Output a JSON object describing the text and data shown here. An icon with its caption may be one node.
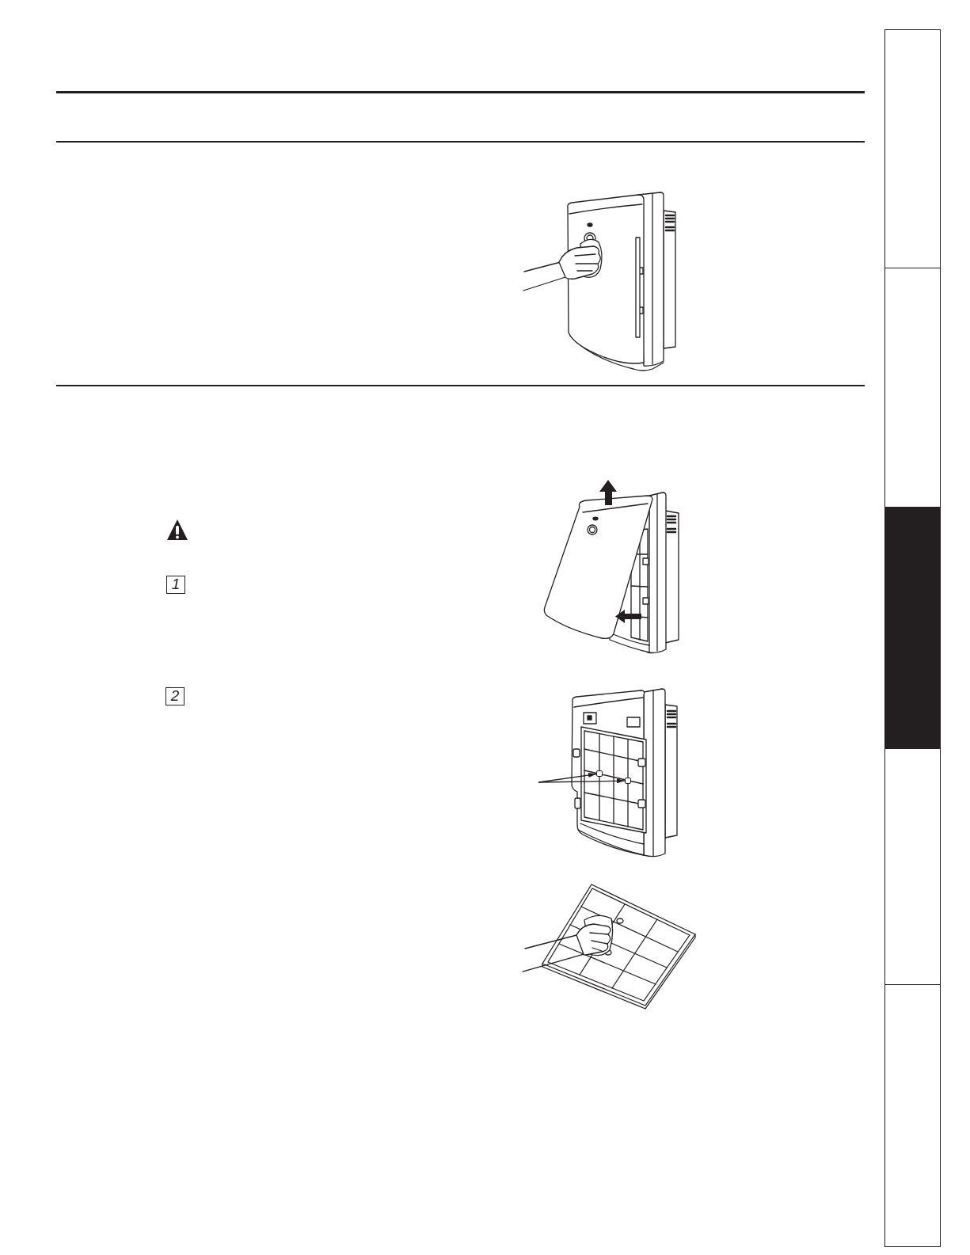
{
  "diagram": {
    "nodes": [
      {
        "text": [],
        "shape": "picture"
      },
      {
        "text": [],
        "shape": "picture"
      },
      {
        "text": [
          "1"
        ]
      },
      {
        "text": [
          "2"
        ]
      },
      {
        "text": [],
        "shape": "picture"
      },
      {
        "text": [],
        "shape": "box",
        "in": 4
      },
      {
        "text": [],
        "shape": "box",
        "in": 4
      },
      {
        "text": [],
        "shape": "picture"
      },
      {
        "text": [],
        "shape": "box"
      },
      {
        "text": [],
        "shape": "box"
      },
      {
        "text": [],
        "shape": "box"
      },
      {
        "text": [],
        "shape": "box"
      },
      {
        "text": [],
        "shape": "box"
      }
    ],
    "edges": [
      {
        "from": null,
        "to": 5,
        "arrow": "to"
      },
      {
        "from": null,
        "to": 6,
        "arrow": "to"
      }
    ]
  }
}
